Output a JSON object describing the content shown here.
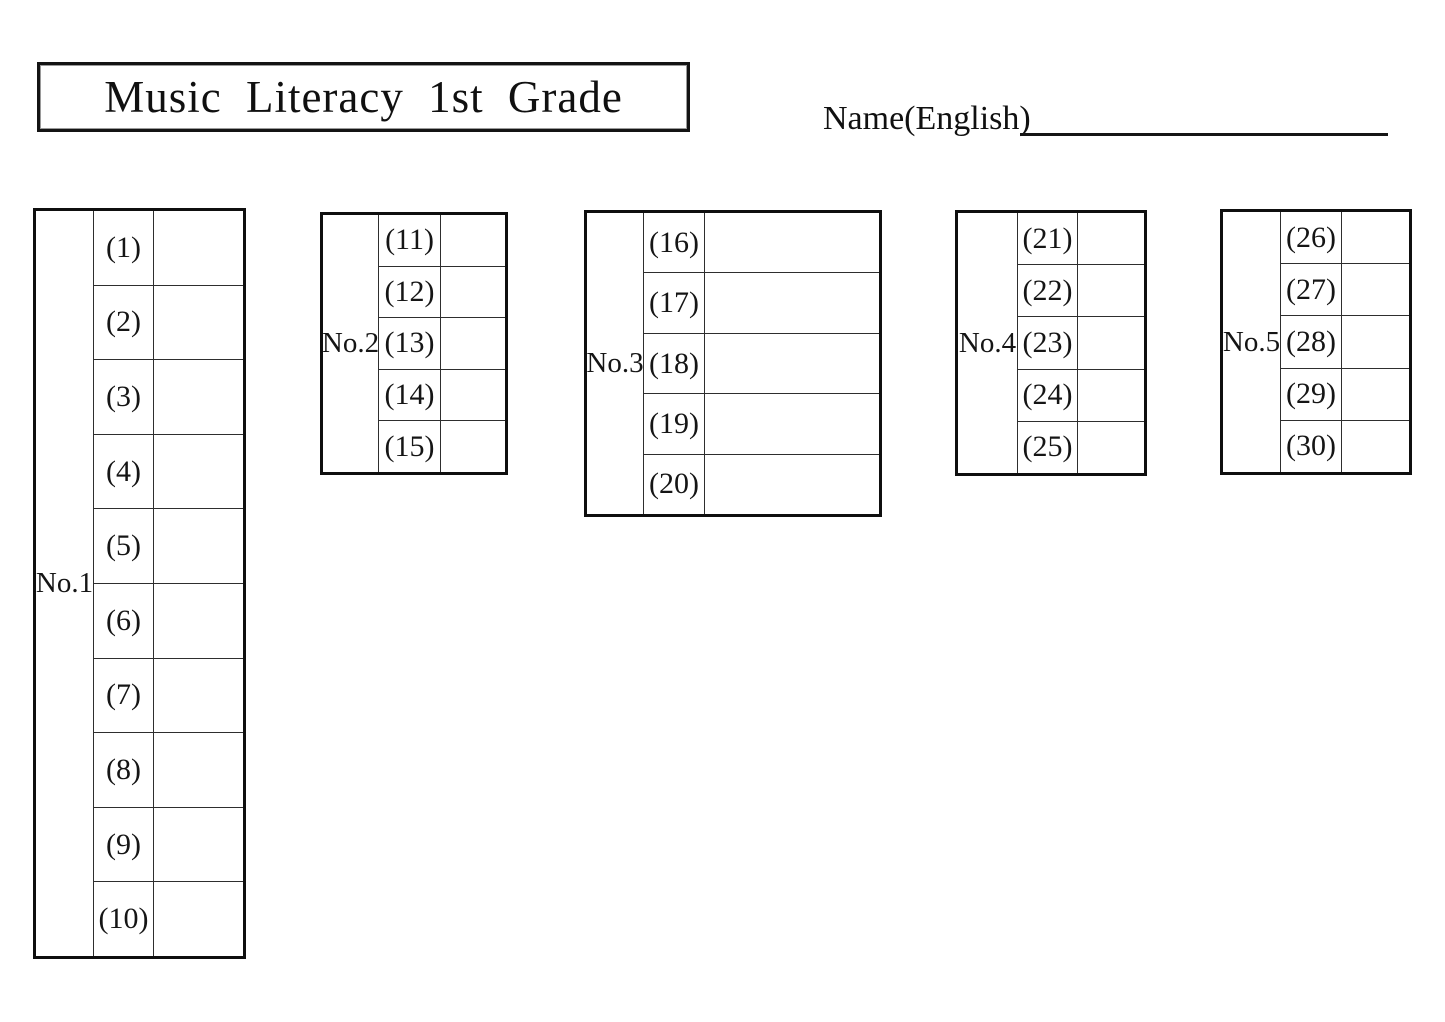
{
  "header": {
    "title": "Music Literacy 1st Grade",
    "name_label": "Name(English)"
  },
  "answer_sheet": {
    "tables": [
      {
        "label": "No.1",
        "items": [
          "(1)",
          "(2)",
          "(3)",
          "(4)",
          "(5)",
          "(6)",
          "(7)",
          "(8)",
          "(9)",
          "(10)"
        ],
        "answers": [
          "",
          "",
          "",
          "",
          "",
          "",
          "",
          "",
          "",
          ""
        ]
      },
      {
        "label": "No.2",
        "items": [
          "(11)",
          "(12)",
          "(13)",
          "(14)",
          "(15)"
        ],
        "answers": [
          "",
          "",
          "",
          "",
          ""
        ]
      },
      {
        "label": "No.3",
        "items": [
          "(16)",
          "(17)",
          "(18)",
          "(19)",
          "(20)"
        ],
        "answers": [
          "",
          "",
          "",
          "",
          ""
        ]
      },
      {
        "label": "No.4",
        "items": [
          "(21)",
          "(22)",
          "(23)",
          "(24)",
          "(25)"
        ],
        "answers": [
          "",
          "",
          "",
          "",
          ""
        ]
      },
      {
        "label": "No.5",
        "items": [
          "(26)",
          "(27)",
          "(28)",
          "(29)",
          "(30)"
        ],
        "answers": [
          "",
          "",
          "",
          "",
          ""
        ]
      }
    ]
  }
}
